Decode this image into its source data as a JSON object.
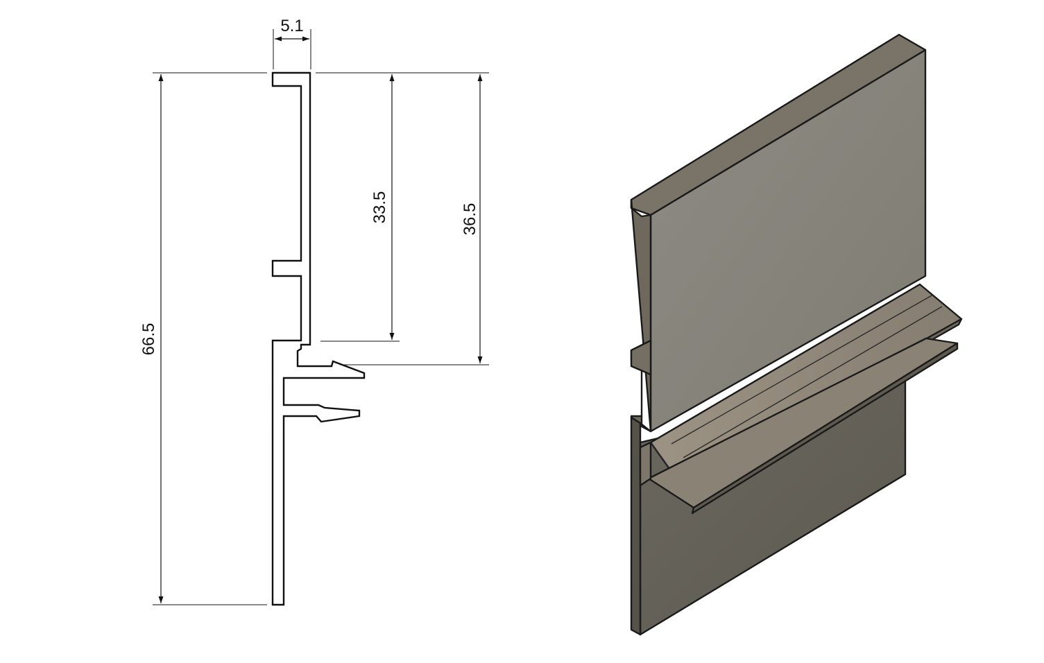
{
  "drawing": {
    "dimensions": {
      "width_top": "5.1",
      "overall_height": "66.5",
      "upper_height": "33.5",
      "lip_height": "36.5"
    }
  },
  "colors": {
    "face_light": "#8c8a82",
    "face_dark": "#5e5b53",
    "face_top": "#7d766a",
    "face_side": "#6e685d",
    "edge": "#1a1a1a"
  }
}
